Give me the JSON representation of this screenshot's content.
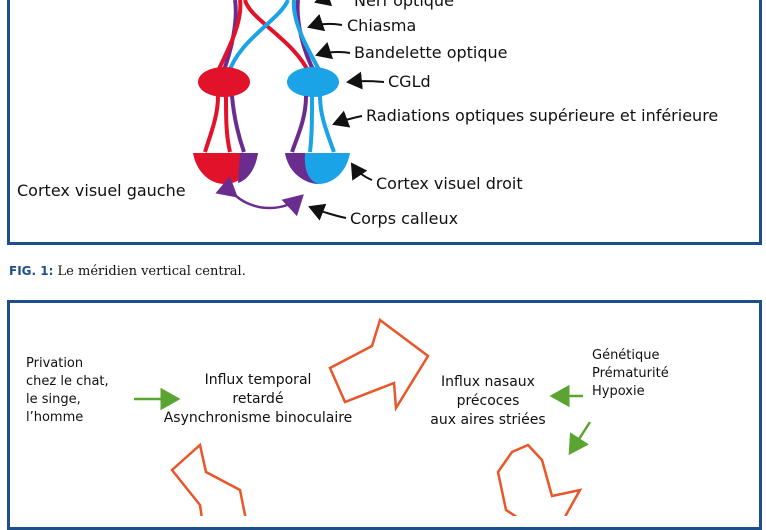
{
  "fig1": {
    "labels": {
      "nerf_optique": "Nerf optique",
      "chiasma": "Chiasma",
      "bandelette": "Bandelette optique",
      "cgld": "CGLd",
      "radiations": "Radiations optiques supérieure et inférieure",
      "cortex_droit": "Cortex visuel droit",
      "cortex_gauche": "Cortex visuel gauche",
      "corps_calleux": "Corps calleux"
    },
    "caption_tag": "FIG. 1:",
    "caption_text": " Le méridien vertical central.",
    "colors": {
      "red": "#e3122b",
      "blue": "#1aa3e6",
      "purple": "#6b2c8f",
      "frame": "#1d4f8a"
    }
  },
  "fig2": {
    "privation": [
      "Privation",
      "chez le chat,",
      "le singe,",
      "l’homme"
    ],
    "influx_temporal": [
      "Influx temporal",
      "retardé",
      "Asynchronisme binoculaire"
    ],
    "influx_nasaux": [
      "Influx nasaux",
      "précoces",
      "aux aires striées"
    ],
    "facteurs": [
      "Génétique",
      "Prématurité",
      "Hypoxie"
    ],
    "colors": {
      "orange_arrow": "#e8562a",
      "green_arrow": "#5aa532"
    }
  }
}
